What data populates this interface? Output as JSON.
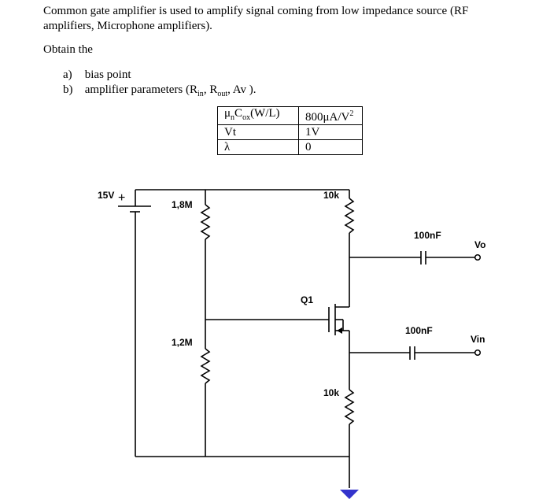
{
  "problem": {
    "intro": "Common gate amplifier is used to amplify signal coming from low impedance source (RF amplifiers, Microphone amplifiers).",
    "obtain": "Obtain the",
    "items": [
      {
        "label": "a)",
        "text": "bias point"
      },
      {
        "label": "b)",
        "text": "amplifier parameters (R",
        "sub1": "in",
        "mid": ", R",
        "sub2": "out",
        "end": ", Av )."
      }
    ]
  },
  "params_table": {
    "rows": [
      {
        "name": "μ",
        "name_sub1": "n",
        "name_mid": "C",
        "name_sub2": "ox",
        "name_end": "(W/L)",
        "value": "800μA/V",
        "value_sup": "2"
      },
      {
        "name": "Vt",
        "value": "1V"
      },
      {
        "name": "λ",
        "value": "0"
      }
    ]
  },
  "circuit": {
    "supply_label": "15V",
    "supply_plus": "+",
    "r1_label": "1,8M",
    "r2_label": "1,2M",
    "rd_label": "10k",
    "rs_label": "10k",
    "transistor_label": "Q1",
    "c_out_label": "100nF",
    "c_in_label": "100nF",
    "vo_label": "Vo",
    "vin_label": "Vin",
    "ground_color": "#3333cc"
  }
}
